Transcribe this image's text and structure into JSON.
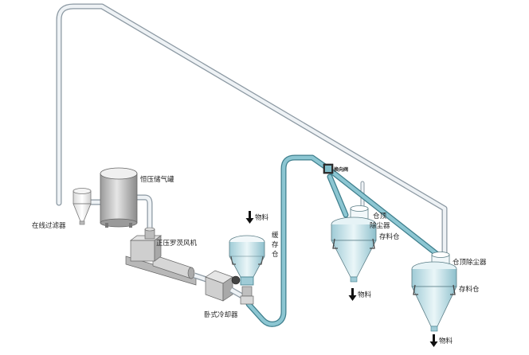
{
  "labels": {
    "inline_filter": "在线过滤器",
    "constant_pressure_tank": "恒压储气罐",
    "roots_blower": "正压罗茨风机",
    "horizontal_cooler": "卧式冷却器",
    "buffer_bin": [
      "缓",
      "存",
      "仓"
    ],
    "material_1": "物料",
    "material_2": "物料",
    "material_3": "物料",
    "diverter_valve": "换向阀",
    "bin_top_dust_collector_1": [
      "仓顶",
      "除尘器"
    ],
    "storage_bin_1": "存料仓",
    "bin_top_dust_collector_2": "仓顶除尘器",
    "storage_bin_2": "存料仓"
  },
  "colors": {
    "air_pipe": "#e9eef2",
    "pipe_outline": "#8b98a2",
    "material_pipe": "#7fbcc8",
    "material_pipe_outline": "#3f7f8d",
    "bin_fill": "#dcecf0",
    "metal": "#c9c9c9"
  }
}
